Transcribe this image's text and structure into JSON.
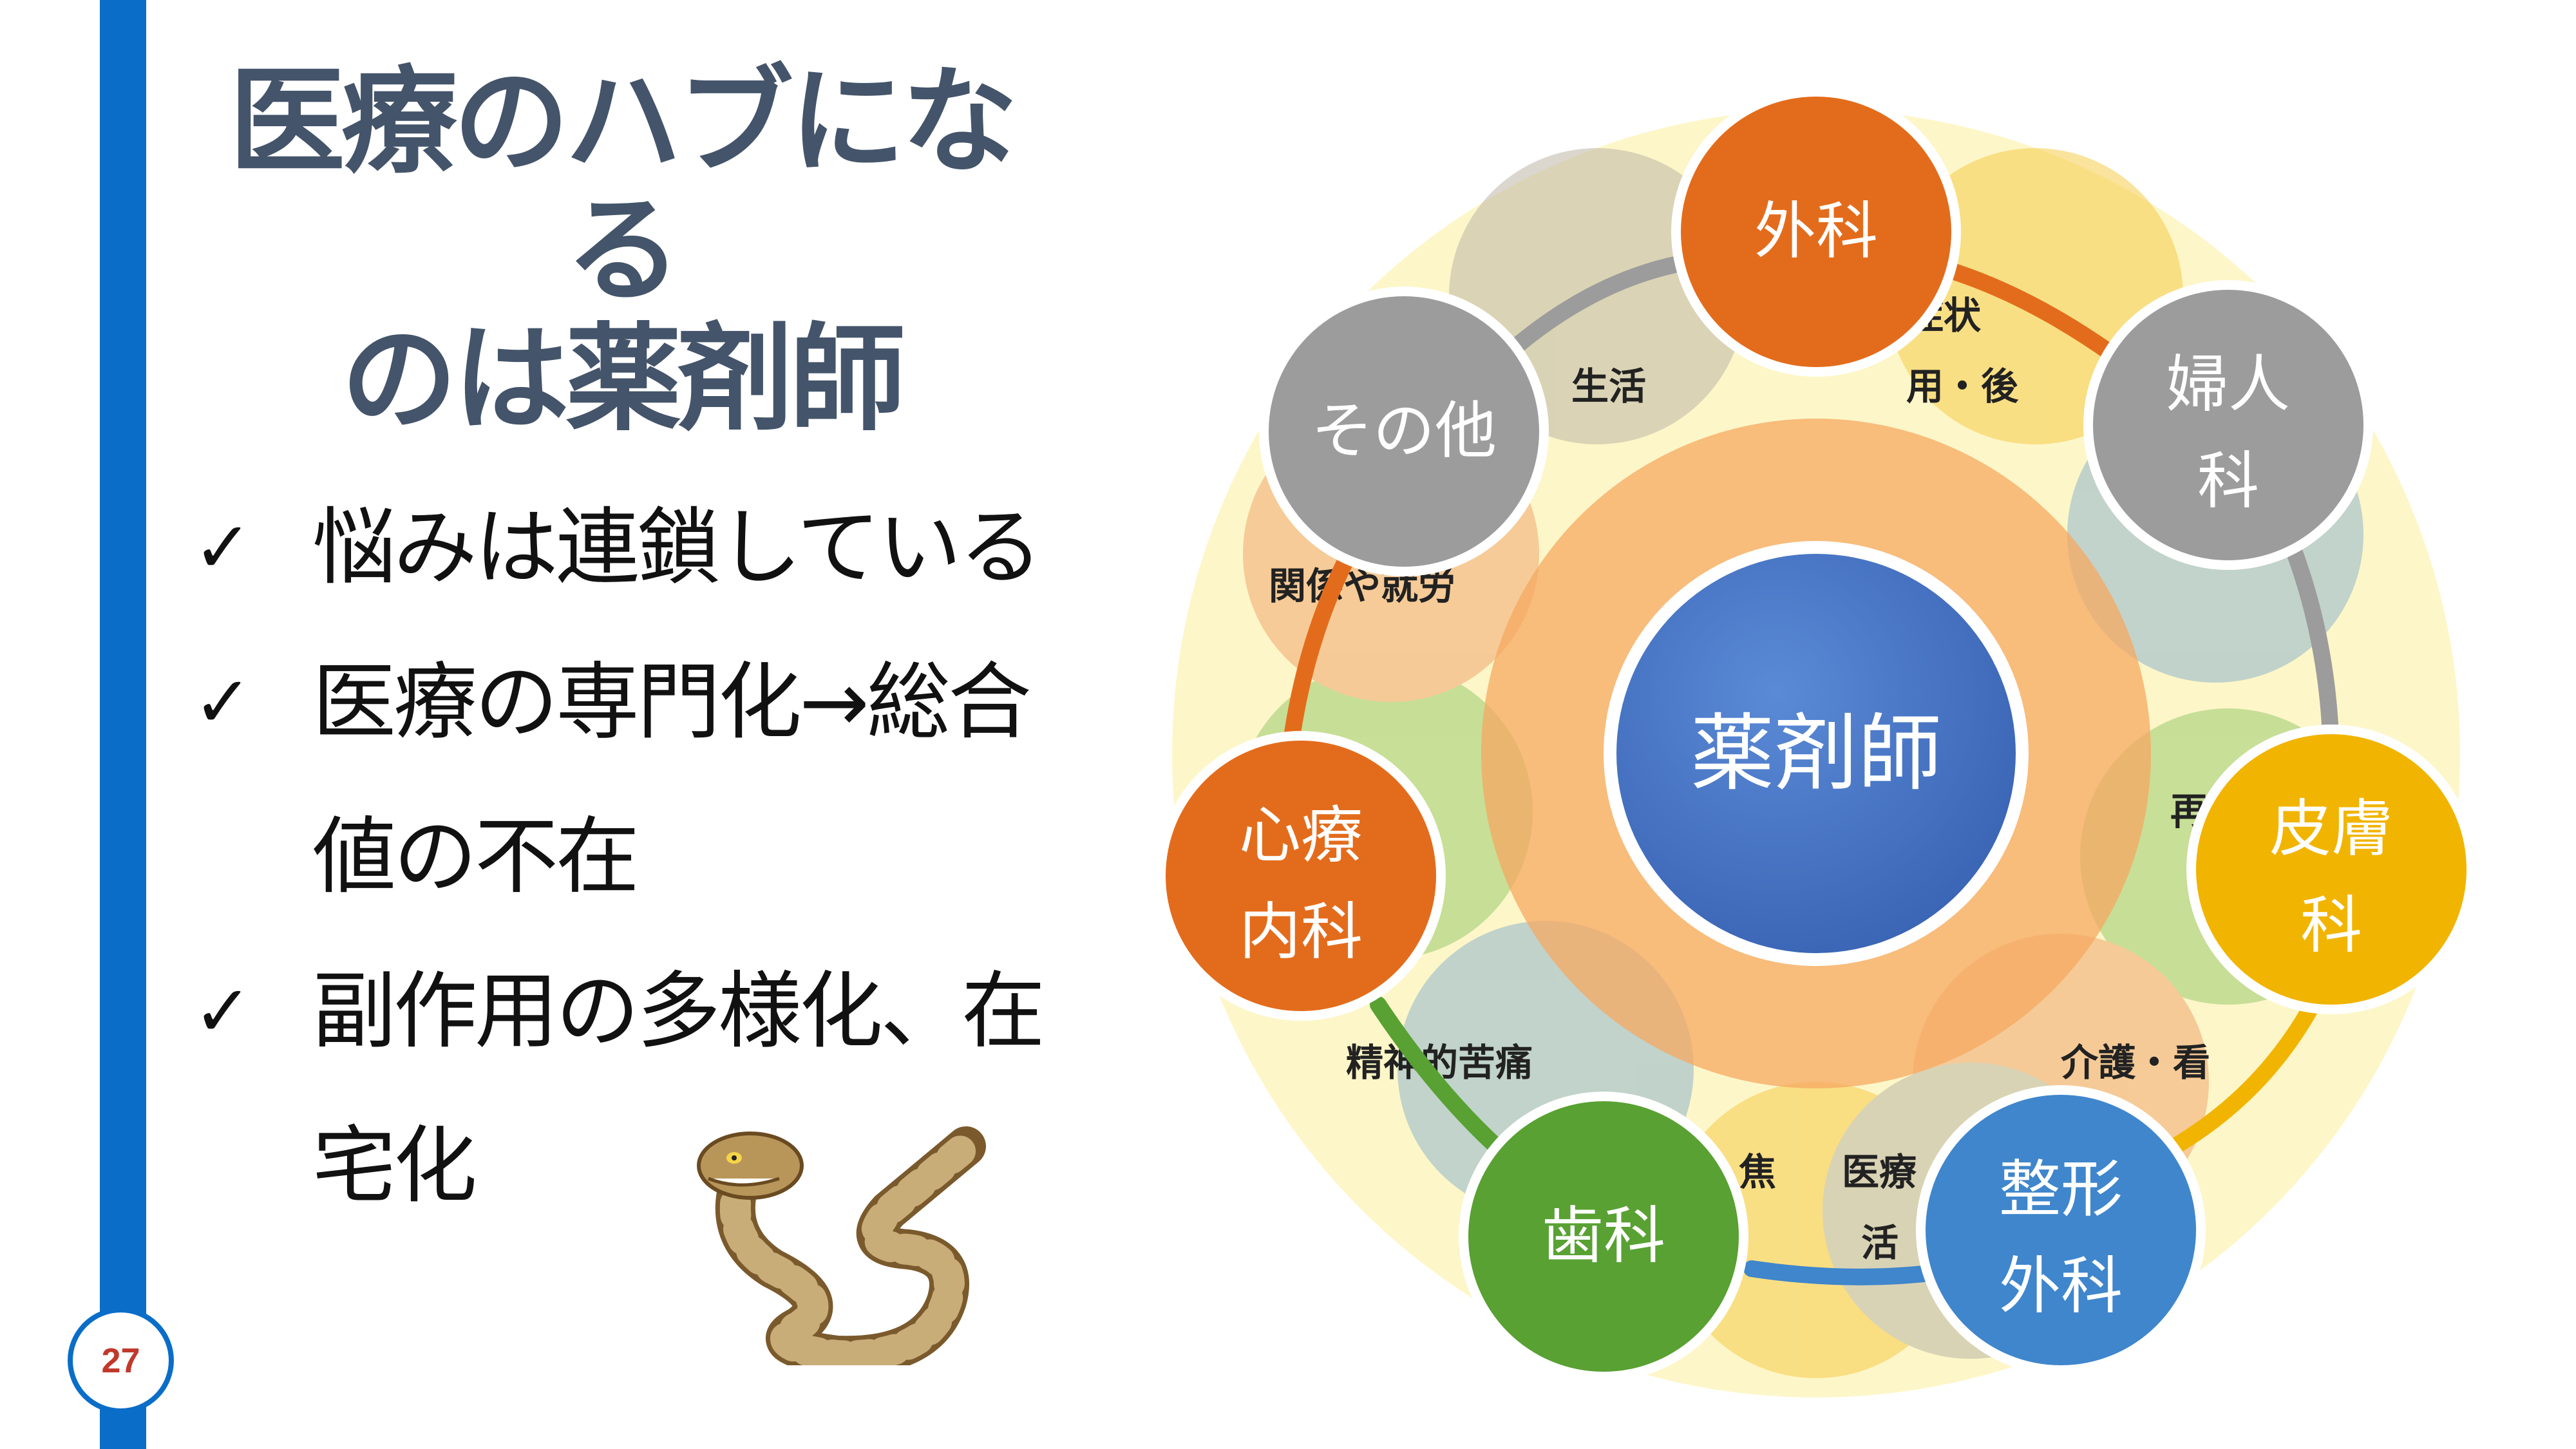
{
  "slide": {
    "title_line1": "医療のハブになる",
    "title_line2": "のは薬剤師",
    "page_number": "27"
  },
  "bullets": [
    {
      "check": "✓",
      "lines": [
        "悩みは連鎖している"
      ]
    },
    {
      "check": "✓",
      "lines": [
        "医療の専門化→総合",
        "値の不在"
      ]
    },
    {
      "check": "✓",
      "lines": [
        "副作用の多様化、在",
        "宅化"
      ]
    }
  ],
  "diagram": {
    "center": "薬剤師",
    "nodes": [
      {
        "id": "geka",
        "lines": [
          "外科"
        ],
        "color": "#e36c1c"
      },
      {
        "id": "fujinka",
        "lines": [
          "婦人",
          "科"
        ],
        "color": "#9c9c9c"
      },
      {
        "id": "hifuka",
        "lines": [
          "皮膚",
          "科"
        ],
        "color": "#f1b400"
      },
      {
        "id": "seikei",
        "lines": [
          "整形",
          "外科"
        ],
        "color": "#3f86cc"
      },
      {
        "id": "shika",
        "lines": [
          "歯科"
        ],
        "color": "#58a132"
      },
      {
        "id": "shinryo",
        "lines": [
          "心療",
          "内科"
        ],
        "color": "#e36c1c"
      },
      {
        "id": "sonota",
        "lines": [
          "その他"
        ],
        "color": "#9c9c9c"
      }
    ],
    "background_fragments": [
      "症状",
      "用・後",
      "生活",
      "関係や就労",
      "精神的苦痛",
      "介護・看",
      "焦",
      "医療",
      "活",
      "再"
    ],
    "colors": {
      "center": "#4472c4",
      "halo": "#f5a862",
      "outer_ring": "#fdf5c0"
    }
  }
}
